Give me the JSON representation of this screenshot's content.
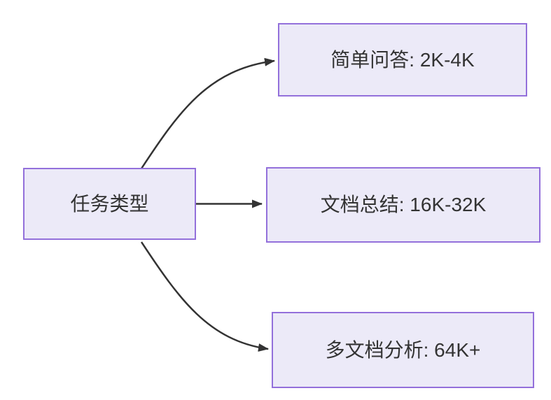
{
  "diagram": {
    "type": "flowchart",
    "direction": "left-to-right",
    "root": {
      "label": "任务类型"
    },
    "branches": [
      {
        "label": "简单问答: 2K-4K"
      },
      {
        "label": "文档总结: 16K-32K"
      },
      {
        "label": "多文档分析: 64K+"
      }
    ],
    "edges": [
      {
        "from": "任务类型",
        "to": "简单问答: 2K-4K",
        "style": "curved-up-arrow"
      },
      {
        "from": "任务类型",
        "to": "文档总结: 16K-32K",
        "style": "straight-arrow"
      },
      {
        "from": "任务类型",
        "to": "多文档分析: 64K+",
        "style": "curved-down-arrow"
      }
    ],
    "colors": {
      "node_fill": "#ECEAF8",
      "node_border": "#9370DB",
      "edge": "#333333",
      "text": "#333333",
      "background": "#FFFFFF"
    }
  }
}
